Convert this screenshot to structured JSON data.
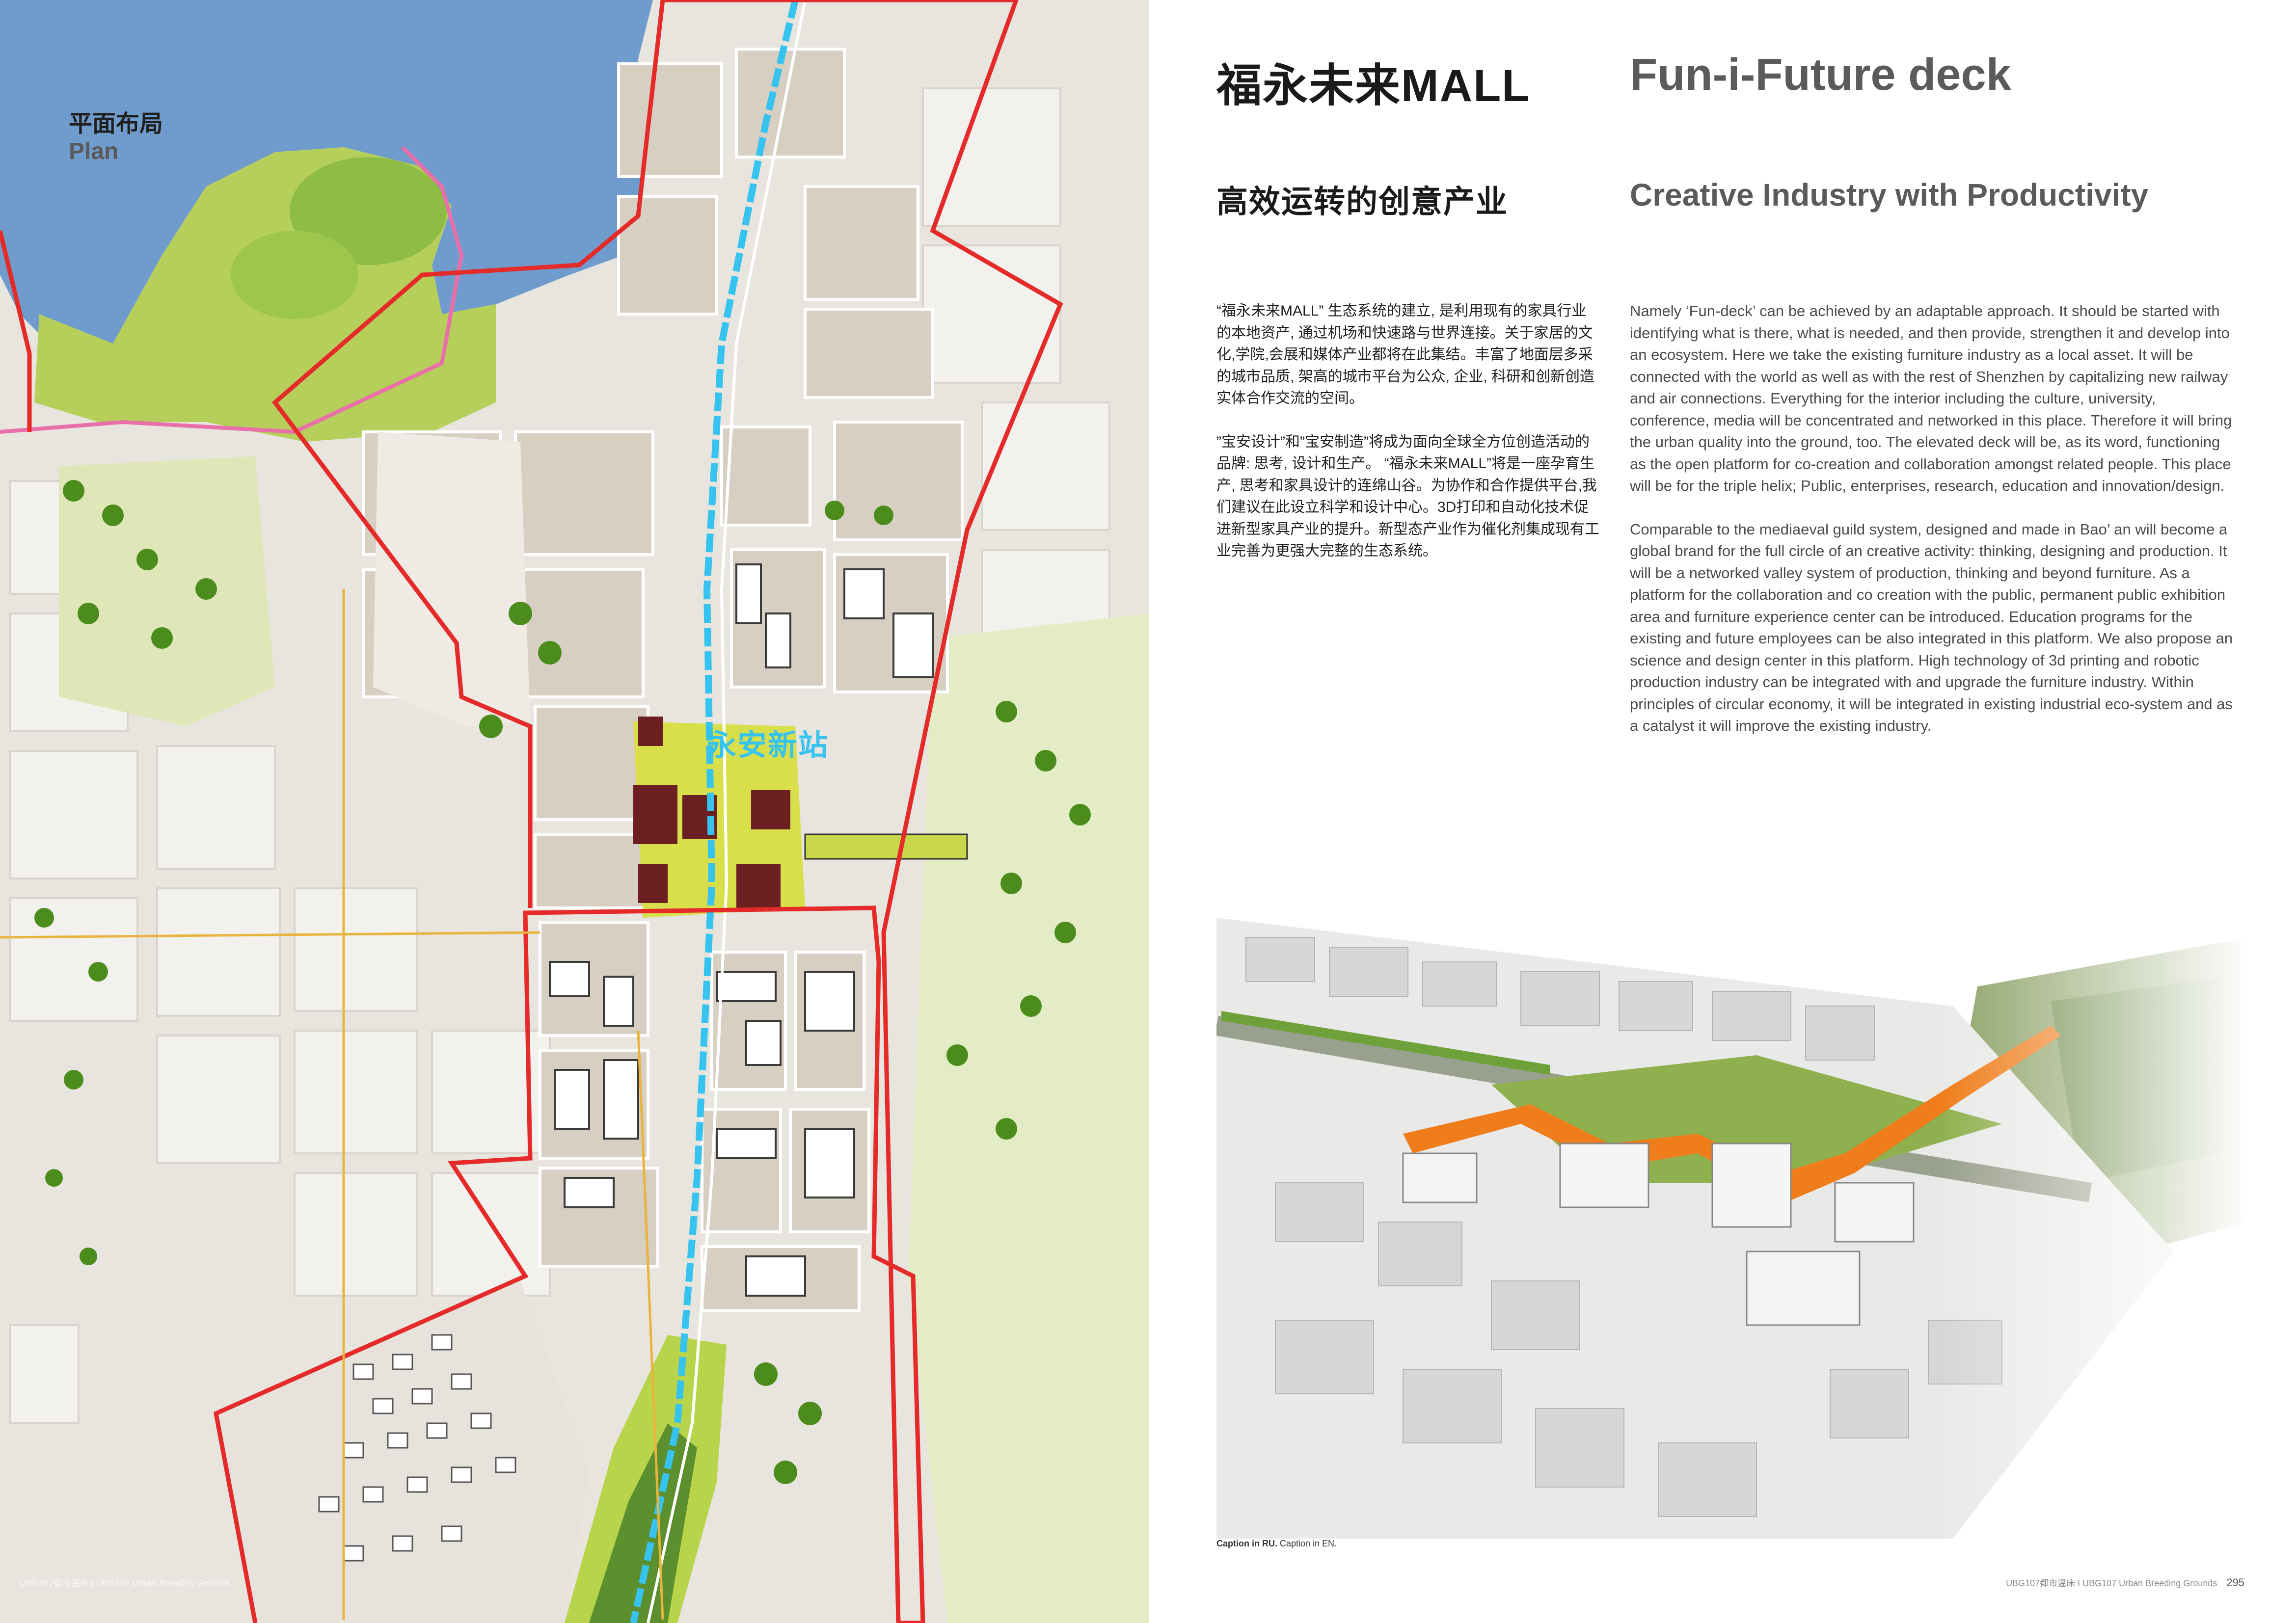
{
  "map": {
    "plan_label_zh": "平面布局",
    "plan_label_en": "Plan",
    "station_label": "永安新站",
    "footer_text": "UBG107都市温床 | UBG107 Urban Breeding Grounds",
    "colors": {
      "boundary": "#e52a2a",
      "water": "#6f9ccd",
      "green": "#b6cf5a",
      "dark_green": "#4c8c1d",
      "rail": "#36c3ef",
      "deck": "#6b1f21"
    }
  },
  "page": {
    "title_zh": "福永未来MALL",
    "title_en": "Fun-i-Future deck",
    "subtitle_zh": "高效运转的创意产业",
    "subtitle_en": "Creative Industry with Productivity",
    "body_zh": [
      "“福永未来MALL” 生态系统的建立, 是利用现有的家具行业的本地资产, 通过机场和快速路与世界连接。关于家居的文化,学院,会展和媒体产业都将在此集结。丰富了地面层多采的城市品质, 架高的城市平台为公众, 企业, 科研和创新创造实体合作交流的空间。",
      "”宝安设计”和”宝安制造”将成为面向全球全方位创造活动的品牌: 思考, 设计和生产。 “福永未来MALL”将是一座孕育生产, 思考和家具设计的连绵山谷。为协作和合作提供平台,我们建议在此设立科学和设计中心。3D打印和自动化技术促进新型家具产业的提升。新型态产业作为催化剂集成现有工业完善为更强大完整的生态系统。"
    ],
    "body_en": [
      "Namely ‘Fun-deck’ can be achieved by an adaptable approach. It should be started with identifying what is there, what is needed, and then provide, strengthen it and develop into an ecosystem. Here we take the existing furniture industry as a local asset. It will be connected with the world as well as with the rest of Shenzhen by capitalizing new railway and air connections. Everything for the interior including the culture, university, conference, media will be concentrated and networked in this place. Therefore it will bring the urban quality into the ground, too. The elevated deck will be, as its word, functioning as the open platform for co-creation and collaboration amongst related people. This place will be for the triple helix; Public, enterprises, research, education and innovation/design.",
      "Comparable to the mediaeval guild system, designed and made in Bao’ an will become a global brand for the full circle of an creative activity: thinking, designing and production.  It will be a networked valley system of production, thinking and beyond furniture. As a platform for the collaboration and co creation with the public, permanent public exhibition area and furniture experience center can be introduced. Education programs for the existing and future employees can be also integrated in this platform. We also propose an science and design center in this platform. High technology of 3d printing and robotic production industry can be integrated with and upgrade the furniture industry. Within principles of circular economy, it will be integrated in existing industrial eco-system and as a catalyst it will improve the existing industry."
    ],
    "caption_bold": "Caption in RU.",
    "caption_rest": " Caption in EN.",
    "running_head": "UBG107都市温床 I UBG107  Urban Breeding Grounds",
    "page_number": "295"
  }
}
